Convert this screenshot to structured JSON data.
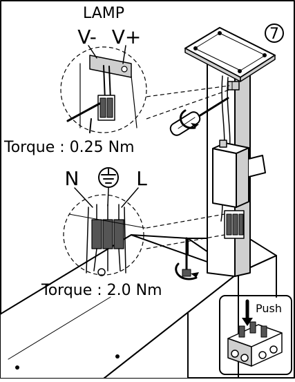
{
  "step_number": "7",
  "lamp_callout": {
    "title": "LAMP",
    "terminal_minus": "V-",
    "terminal_plus": "V+",
    "torque": "Torque : 0.25 Nm"
  },
  "power_callout": {
    "terminal_n": "N",
    "ground_symbol": "ground-symbol",
    "terminal_l": "L",
    "torque": "Torque : 2.0 Nm"
  },
  "push_inset": {
    "label": "Push"
  },
  "colors": {
    "line": "#000000",
    "background": "#ffffff",
    "shade": "#cfcfcf"
  }
}
